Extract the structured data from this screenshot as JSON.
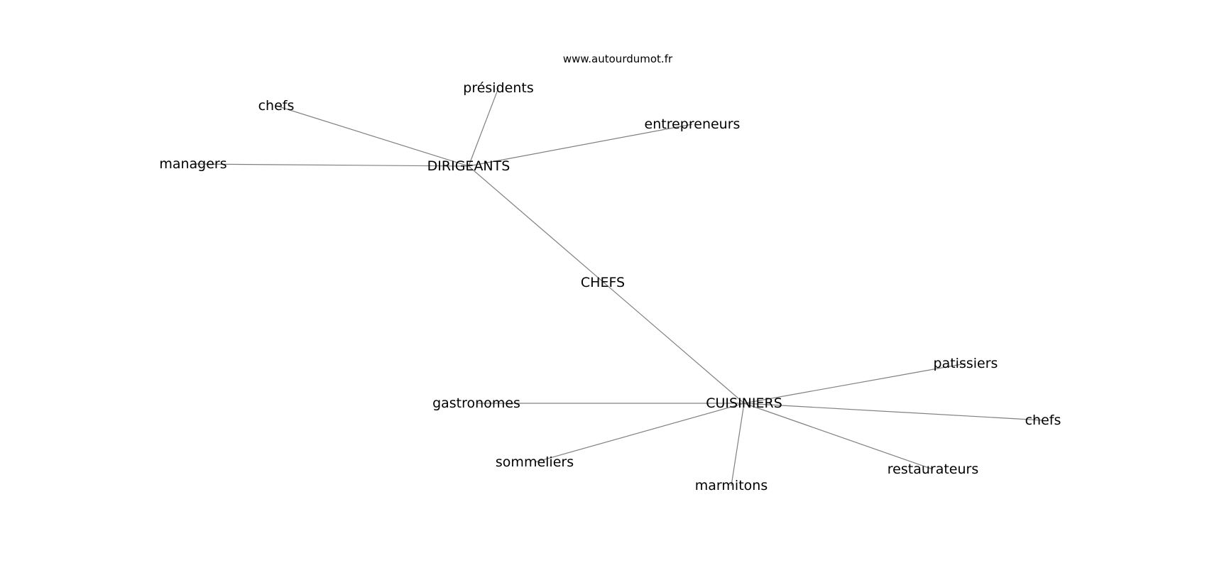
{
  "site": "www.autourdumot.fr",
  "graph": {
    "nodes": [
      {
        "id": "CHEFS",
        "label": "CHEFS"
      },
      {
        "id": "DIRIGEANTS",
        "label": "DIRIGEANTS"
      },
      {
        "id": "CUISINIERS",
        "label": "CUISINIERS"
      },
      {
        "id": "presidents",
        "label": "présidents"
      },
      {
        "id": "chefs_top",
        "label": "chefs"
      },
      {
        "id": "entrepreneurs",
        "label": "entrepreneurs"
      },
      {
        "id": "managers",
        "label": "managers"
      },
      {
        "id": "patissiers",
        "label": "patissiers"
      },
      {
        "id": "gastronomes",
        "label": "gastronomes"
      },
      {
        "id": "chefs_bottom",
        "label": "chefs"
      },
      {
        "id": "sommeliers",
        "label": "sommeliers"
      },
      {
        "id": "restaurateurs",
        "label": "restaurateurs"
      },
      {
        "id": "marmitons",
        "label": "marmitons"
      }
    ],
    "edges": [
      [
        "DIRIGEANTS",
        "CUISINIERS"
      ],
      [
        "DIRIGEANTS",
        "presidents"
      ],
      [
        "DIRIGEANTS",
        "chefs_top"
      ],
      [
        "DIRIGEANTS",
        "entrepreneurs"
      ],
      [
        "DIRIGEANTS",
        "managers"
      ],
      [
        "CUISINIERS",
        "patissiers"
      ],
      [
        "CUISINIERS",
        "gastronomes"
      ],
      [
        "CUISINIERS",
        "chefs_bottom"
      ],
      [
        "CUISINIERS",
        "sommeliers"
      ],
      [
        "CUISINIERS",
        "restaurateurs"
      ],
      [
        "CUISINIERS",
        "marmitons"
      ]
    ]
  }
}
